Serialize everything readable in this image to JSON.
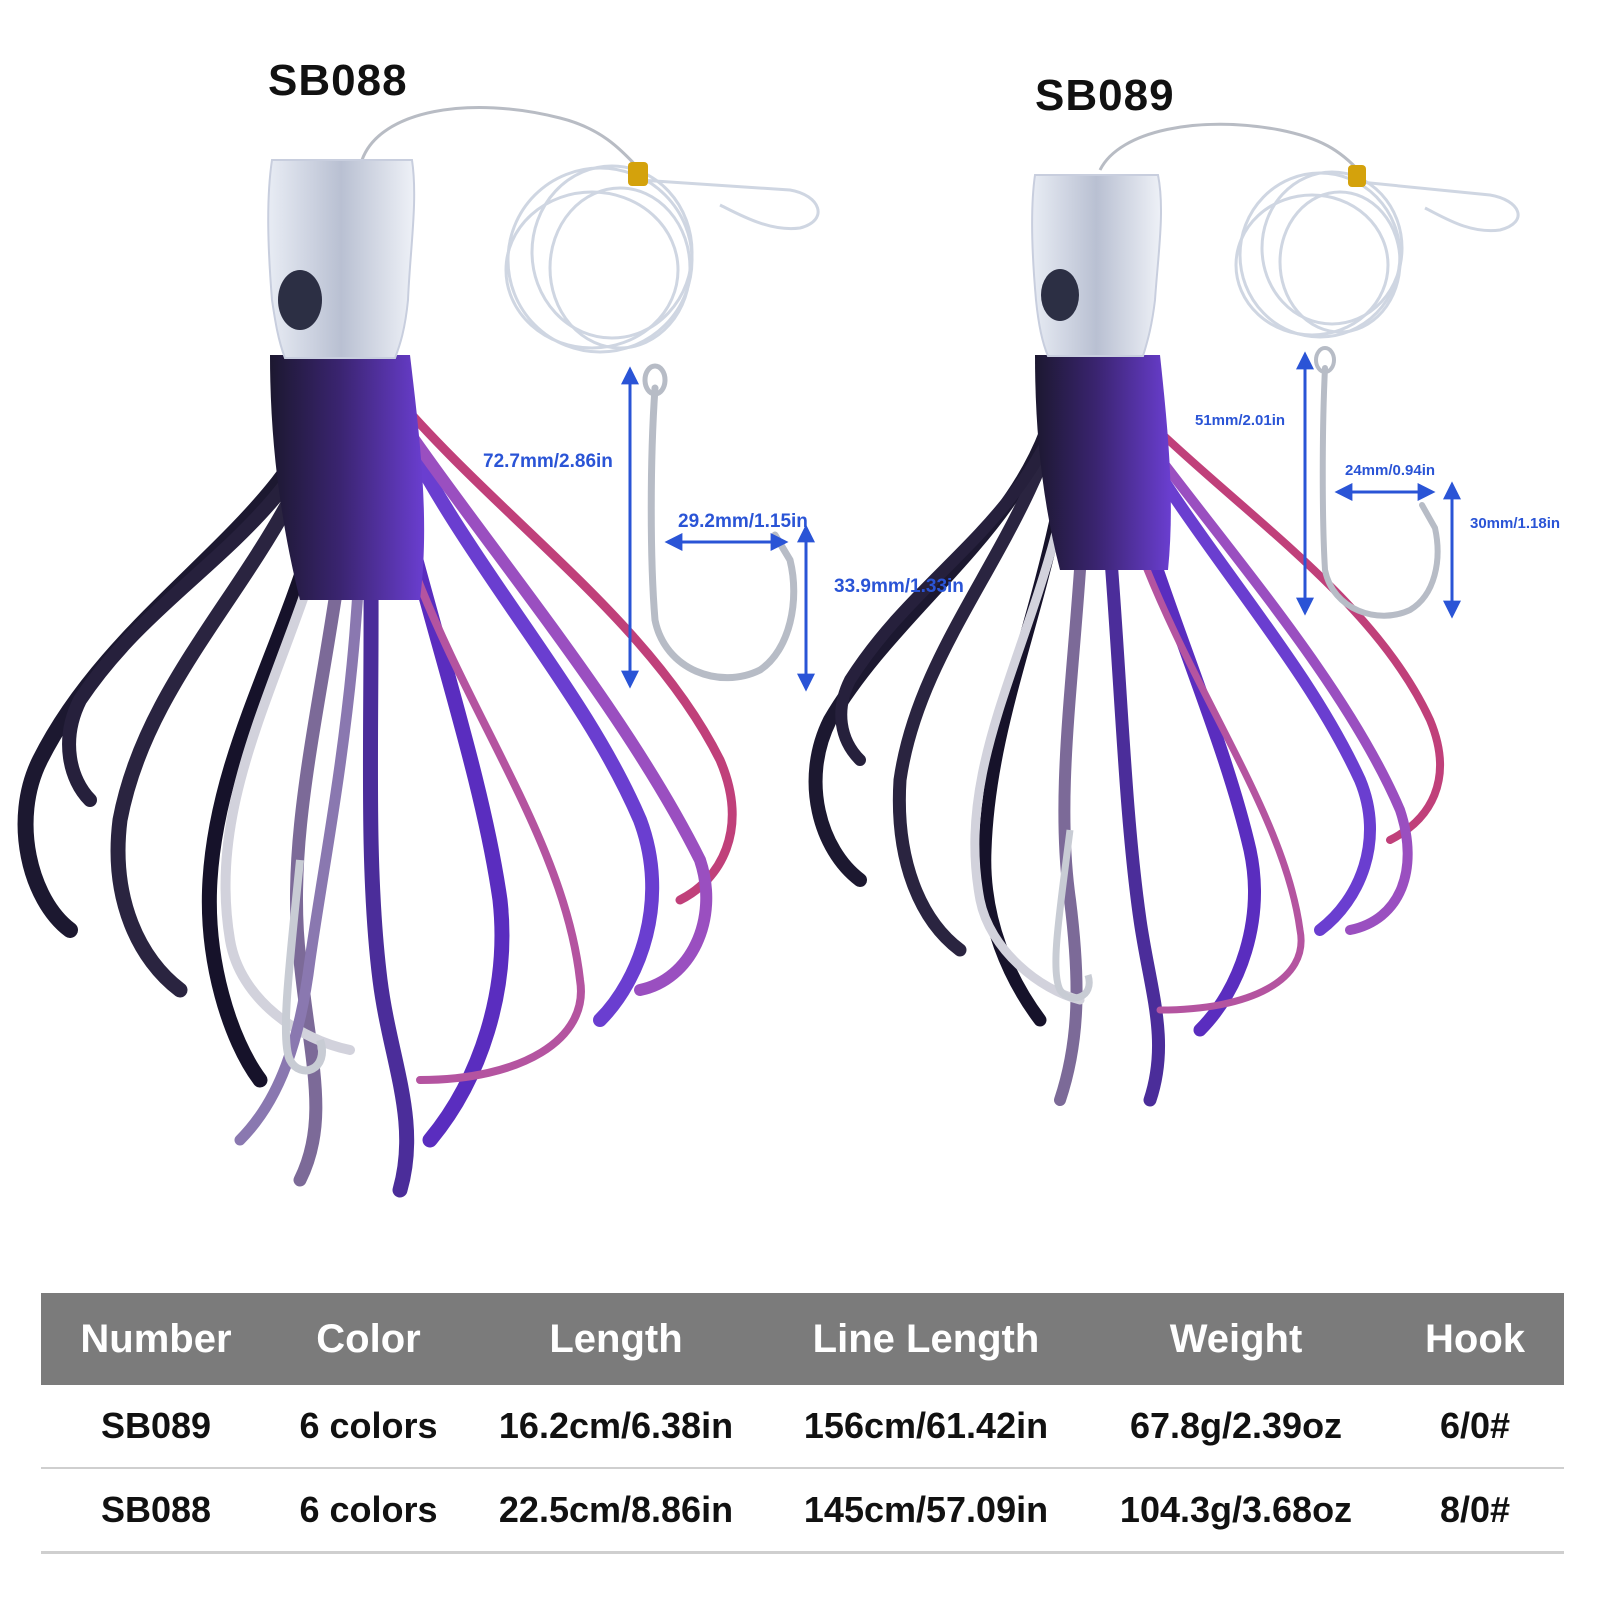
{
  "products": [
    {
      "model": "SB088",
      "dimensions": {
        "hook_length": "72.7mm/2.86in",
        "hook_gap": "29.2mm/1.15in",
        "hook_bend": "33.9mm/1.33in"
      }
    },
    {
      "model": "SB089",
      "dimensions": {
        "hook_length": "51mm/2.01in",
        "hook_gap": "24mm/0.94in",
        "hook_bend": "30mm/1.18in"
      }
    }
  ],
  "colors": {
    "dimension_text": "#2a54d6",
    "header_bg": "#7b7b7b",
    "skirt_dark": "#1c1830",
    "skirt_purple": "#5a2dbf",
    "skirt_pink": "#c0407a"
  },
  "table": {
    "headers": [
      "Number",
      "Color",
      "Length",
      "Line  Length",
      "Weight",
      "Hook"
    ],
    "rows": [
      [
        "SB089",
        "6  colors",
        "16.2cm/6.38in",
        "156cm/61.42in",
        "67.8g/2.39oz",
        "6/0#"
      ],
      [
        "SB088",
        "6  colors",
        "22.5cm/8.86in",
        "145cm/57.09in",
        "104.3g/3.68oz",
        "8/0#"
      ]
    ]
  }
}
